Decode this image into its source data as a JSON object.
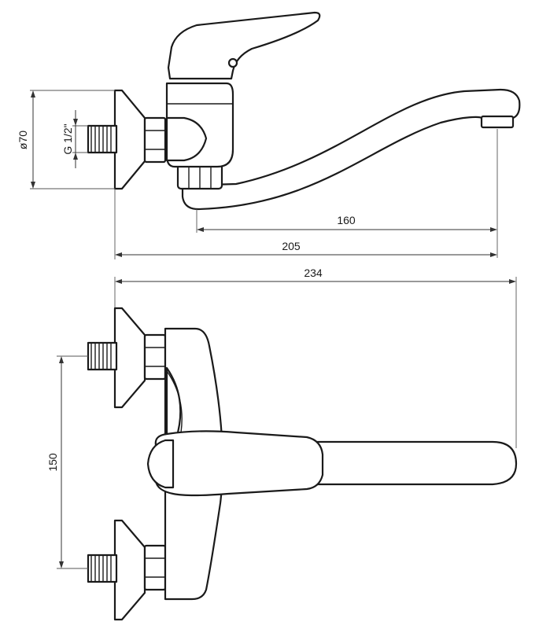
{
  "dimensions": {
    "flange_diameter": "ø70",
    "thread": "G 1/2\"",
    "spout_reach": "160",
    "projection": "205",
    "total_length": "234",
    "inlet_spacing": "150"
  },
  "colors": {
    "line": "#1a1a1a",
    "background": "#ffffff"
  }
}
